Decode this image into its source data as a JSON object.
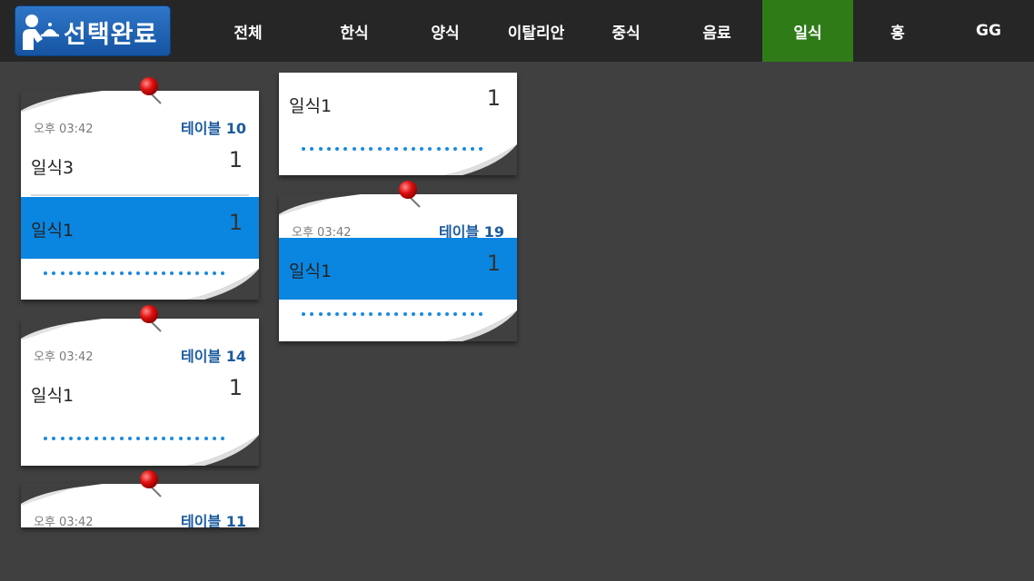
{
  "app": {
    "logo_text": "선택완료"
  },
  "tabs": [
    {
      "label": "전체",
      "active": false
    },
    {
      "label": "한식",
      "active": false
    },
    {
      "label": "양식",
      "active": false
    },
    {
      "label": "이탈리안",
      "active": false
    },
    {
      "label": "중식",
      "active": false
    },
    {
      "label": "음료",
      "active": false
    },
    {
      "label": "일식",
      "active": true
    },
    {
      "label": "홍",
      "active": false
    },
    {
      "label": "GG",
      "active": false
    }
  ],
  "colors": {
    "topbar": "#262626",
    "active_tab": "#2f7b18",
    "selected_item": "#0a86e0",
    "table_label": "#1a5ba0",
    "background": "#404040"
  },
  "orders": [
    {
      "time": "오후 03:42",
      "table": "테이블 10",
      "items": [
        {
          "name": "일식3",
          "qty": "1",
          "selected": false
        },
        {
          "name": "일식1",
          "qty": "1",
          "selected": true
        }
      ]
    },
    {
      "time": "오후 03:42",
      "table": "테이블 14",
      "items": [
        {
          "name": "일식1",
          "qty": "1",
          "selected": false
        }
      ]
    },
    {
      "time": "오후 03:42",
      "table": "테이블 11",
      "items": []
    },
    {
      "time": "",
      "table": "",
      "items": [
        {
          "name": "일식1",
          "qty": "1",
          "selected": false
        }
      ]
    },
    {
      "time": "오후 03:42",
      "table": "테이블 19",
      "items": [
        {
          "name": "일식1",
          "qty": "1",
          "selected": true
        }
      ]
    }
  ]
}
